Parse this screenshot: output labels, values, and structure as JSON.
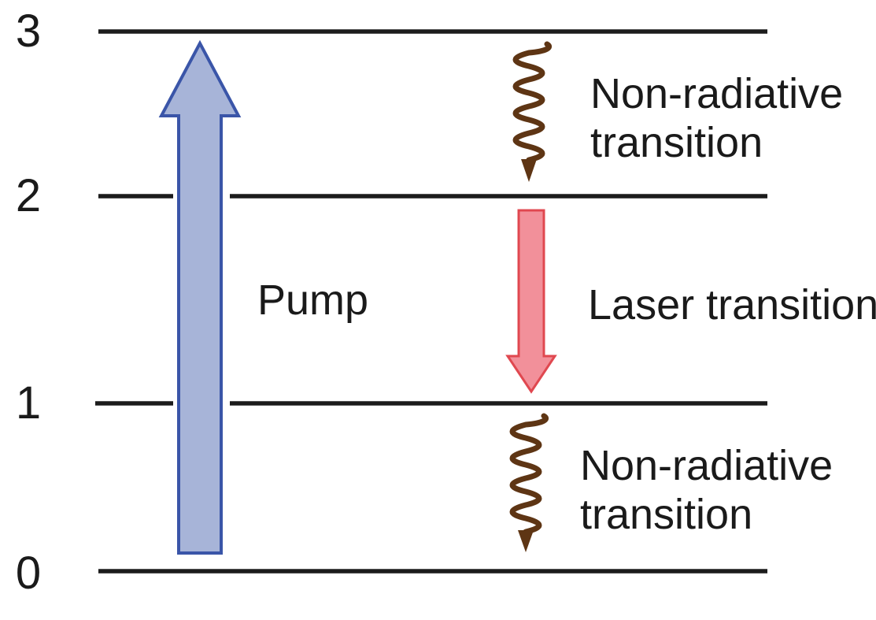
{
  "colors": {
    "background": "#ffffff",
    "level_line": "#1c1c1c",
    "text": "#1a1a1a",
    "pump_fill": "#a7b4d8",
    "pump_stroke": "#3a55a8",
    "laser_fill": "#f2909a",
    "laser_stroke": "#e04850",
    "nonradiative": "#5e3514"
  },
  "levels": [
    {
      "label": "3"
    },
    {
      "label": "2"
    },
    {
      "label": "1"
    },
    {
      "label": "0"
    }
  ],
  "annotations": {
    "pump_label": "Pump",
    "laser_label": "Laser transition",
    "nonradiative_top": {
      "line1": "Non-radiative",
      "line2": "transition"
    },
    "nonradiative_bottom": {
      "line1": "Non-radiative",
      "line2": "transition"
    }
  }
}
